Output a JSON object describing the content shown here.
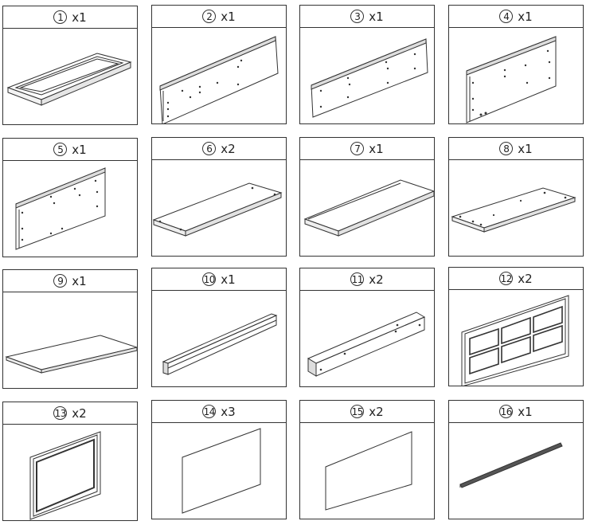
{
  "parts": [
    {
      "number": "1",
      "quantity": "x1",
      "icon": "tray-frame-icon"
    },
    {
      "number": "2",
      "quantity": "x1",
      "icon": "side-panel-icon"
    },
    {
      "number": "3",
      "quantity": "x1",
      "icon": "side-panel-icon"
    },
    {
      "number": "4",
      "quantity": "x1",
      "icon": "side-panel-icon"
    },
    {
      "number": "5",
      "quantity": "x1",
      "icon": "side-panel-icon"
    },
    {
      "number": "6",
      "quantity": "x2",
      "icon": "shelf-board-icon"
    },
    {
      "number": "7",
      "quantity": "x1",
      "icon": "shelf-board-icon"
    },
    {
      "number": "8",
      "quantity": "x1",
      "icon": "shelf-board-icon"
    },
    {
      "number": "9",
      "quantity": "x1",
      "icon": "top-board-icon"
    },
    {
      "number": "10",
      "quantity": "x1",
      "icon": "rail-icon"
    },
    {
      "number": "11",
      "quantity": "x2",
      "icon": "rail-icon"
    },
    {
      "number": "12",
      "quantity": "x2",
      "icon": "grid-door-icon"
    },
    {
      "number": "13",
      "quantity": "x2",
      "icon": "framed-door-icon"
    },
    {
      "number": "14",
      "quantity": "x3",
      "icon": "thin-panel-icon"
    },
    {
      "number": "15",
      "quantity": "x2",
      "icon": "thin-panel-icon"
    },
    {
      "number": "16",
      "quantity": "x1",
      "icon": "rod-icon"
    }
  ]
}
